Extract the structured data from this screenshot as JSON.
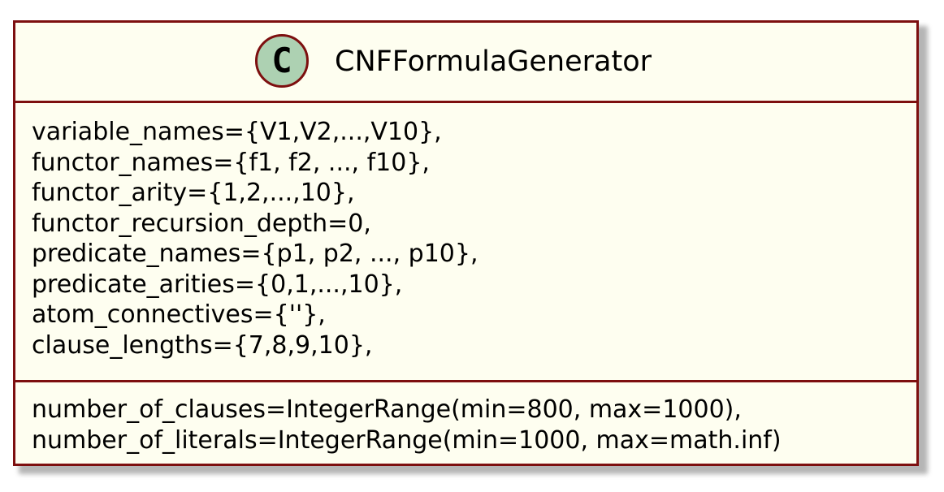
{
  "class": {
    "stereotype_letter": "C",
    "name": "CNFFormulaGenerator",
    "attributes": [
      "variable_names={V1,V2,...,V10},",
      "functor_names={f1, f2, ..., f10},",
      "functor_arity={1,2,...,10},",
      "functor_recursion_depth=0,",
      "predicate_names={p1, p2, ..., p10},",
      "predicate_arities={0,1,...,10},",
      "atom_connectives={''},",
      "clause_lengths={7,8,9,10},"
    ],
    "methods": [
      "number_of_clauses=IntegerRange(min=800, max=1000),",
      "number_of_literals=IntegerRange(min=1000, max=math.inf)"
    ]
  },
  "colors": {
    "box_fill": "#fefef0",
    "border": "#7d0f0f",
    "stereotype_fill": "#add1b2"
  }
}
